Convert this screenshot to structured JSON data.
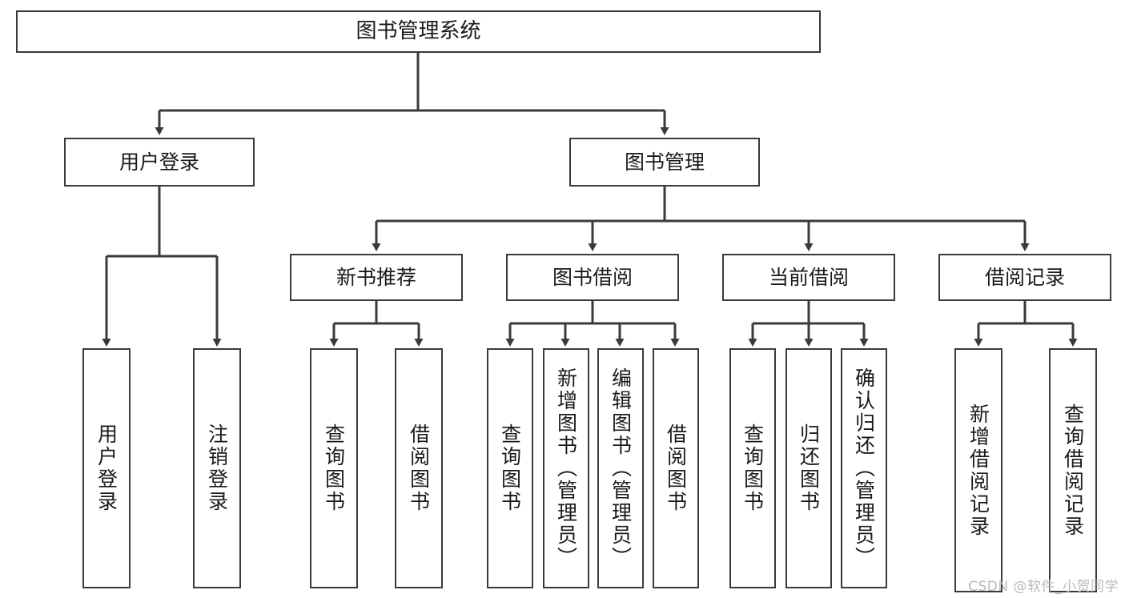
{
  "diagram": {
    "title": "图书管理系统",
    "type": "tree-hierarchy",
    "watermark": "CSDN @软件_小贺同学",
    "colors": {
      "stroke": "#3a3a3a",
      "fill": "#ffffff",
      "text": "#1a1a1a",
      "watermark": "#b9b9b9"
    },
    "levels": {
      "root": {
        "label": "图书管理系统"
      },
      "level2": [
        {
          "id": "user-login",
          "label": "用户登录"
        },
        {
          "id": "book-management",
          "label": "图书管理"
        }
      ],
      "level3": [
        {
          "id": "new-book-recommend",
          "label": "新书推荐"
        },
        {
          "id": "book-borrow",
          "label": "图书借阅"
        },
        {
          "id": "current-borrow",
          "label": "当前借阅"
        },
        {
          "id": "borrow-record",
          "label": "借阅记录"
        }
      ],
      "leaves": {
        "user-login": [
          {
            "id": "leaf-user-login",
            "label": "用户登录"
          },
          {
            "id": "leaf-logout",
            "label": "注销登录"
          }
        ],
        "new-book-recommend": [
          {
            "id": "leaf-query-book-1",
            "label": "查询图书"
          },
          {
            "id": "leaf-borrow-book-1",
            "label": "借阅图书"
          }
        ],
        "book-borrow": [
          {
            "id": "leaf-query-book-2",
            "label": "查询图书"
          },
          {
            "id": "leaf-add-book",
            "label": "新增图书（管理员）"
          },
          {
            "id": "leaf-edit-book",
            "label": "编辑图书（管理员）"
          },
          {
            "id": "leaf-borrow-book-2",
            "label": "借阅图书"
          }
        ],
        "current-borrow": [
          {
            "id": "leaf-query-book-3",
            "label": "查询图书"
          },
          {
            "id": "leaf-return-book",
            "label": "归还图书"
          },
          {
            "id": "leaf-confirm-return",
            "label": "确认归还（管理员）"
          }
        ],
        "borrow-record": [
          {
            "id": "leaf-add-record",
            "label": "新增借阅记录"
          },
          {
            "id": "leaf-query-record",
            "label": "查询借阅记录"
          }
        ]
      }
    }
  }
}
